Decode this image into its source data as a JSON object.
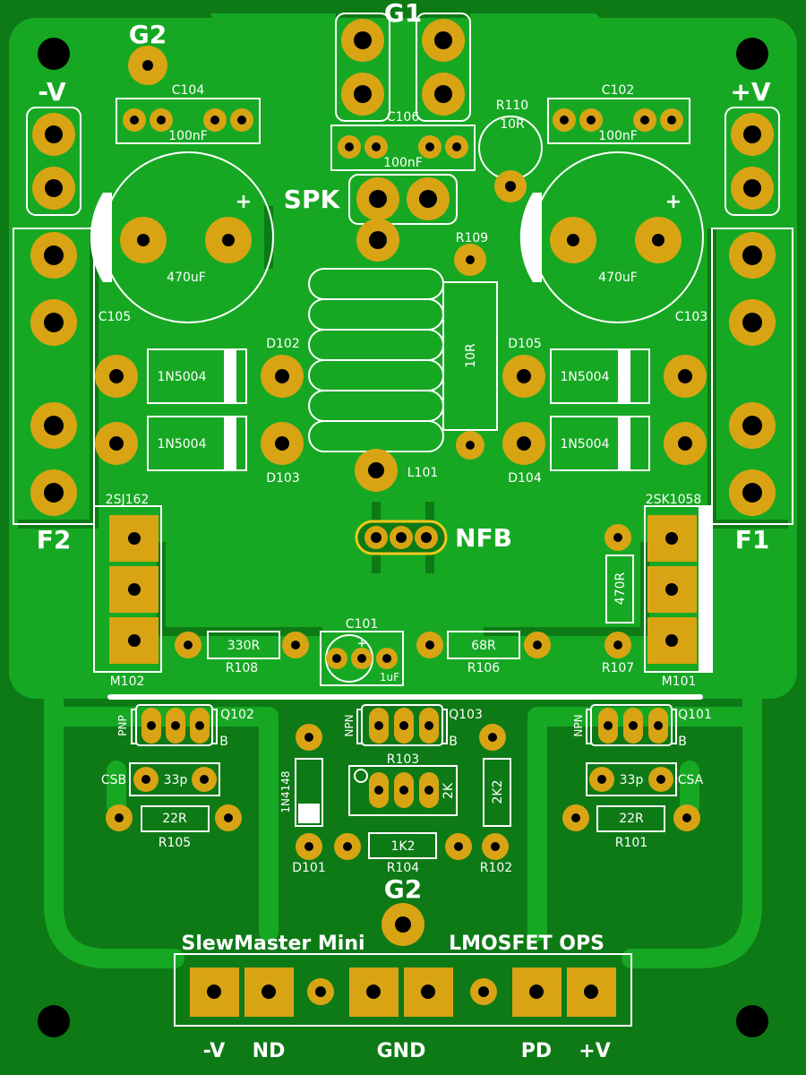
{
  "colors": {
    "board": "#0d7a16",
    "copper": "#16a823",
    "pad": "#d8a414",
    "silk": "#ffffff",
    "hole": "#000000"
  },
  "labels": {
    "g1": "G1",
    "g2_top": "G2",
    "g2_bottom": "G2",
    "minus_v_top": "-V",
    "plus_v_top": "+V",
    "c104": "C104",
    "c104_val": "100nF",
    "c106": "C106",
    "c106_val": "100nF",
    "c102": "C102",
    "c102_val": "100nF",
    "r110": "R110",
    "r110_val": "10R",
    "spk": "SPK",
    "r109": "R109",
    "c105": "C105",
    "c105_val": "470uF",
    "c103": "C103",
    "c103_val": "470uF",
    "plus_left": "+",
    "plus_right": "+",
    "d102": "D102",
    "d103": "D103",
    "d105": "D105",
    "d104": "D104",
    "diode_val_1": "1N5004",
    "diode_val_2": "1N5004",
    "diode_val_3": "1N5004",
    "diode_val_4": "1N5004",
    "r109_val": "10R",
    "l101": "L101",
    "f2": "F2",
    "f1": "F1",
    "m102_type": "2SJ162",
    "m101_type": "2SK1058",
    "nfb": "NFB",
    "r107_val": "470R",
    "m102": "M102",
    "m101": "M101",
    "r108_val": "330R",
    "r108": "R108",
    "c101": "C101",
    "c101_val": "1uF",
    "c101_plus": "+",
    "r106_val": "68R",
    "r106": "R106",
    "r107": "R107",
    "pnp": "PNP",
    "npn_mid": "NPN",
    "npn_right": "NPN",
    "q102": "Q102",
    "q103": "Q103",
    "q101": "Q101",
    "b1": "B",
    "b2": "B",
    "b3": "B",
    "r103": "R103",
    "r103_val": "2K",
    "r102_val": "2K2",
    "csb": "CSB",
    "csb_val": "33p",
    "csa": "CSA",
    "csa_val": "33p",
    "d101_val": "1N4148",
    "r105_val": "22R",
    "r105": "R105",
    "r101_val": "22R",
    "r101": "R101",
    "r104_val": "1K2",
    "r104": "R104",
    "d101": "D101",
    "r102": "R102",
    "title_left": "SlewMaster Mini",
    "title_right": "LMOSFET OPS",
    "conn_minus_v": "-V",
    "conn_nd": "ND",
    "conn_gnd": "GND",
    "conn_pd": "PD",
    "conn_plus_v": "+V"
  }
}
